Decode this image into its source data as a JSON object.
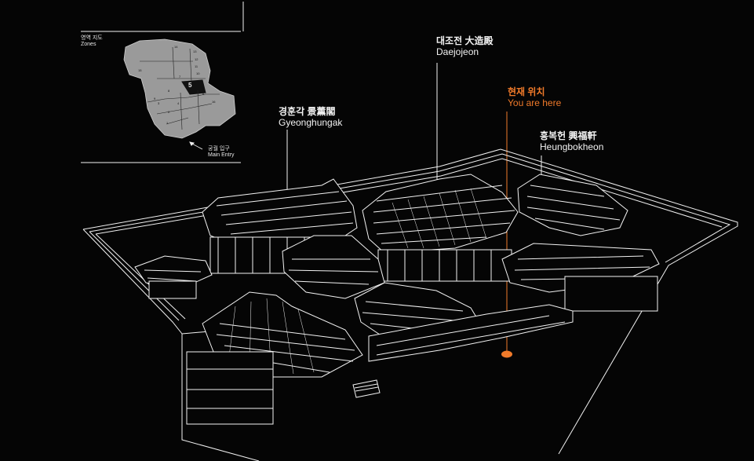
{
  "inset_map": {
    "title_ko": "영역 지도",
    "title_en": "Zones",
    "zone_numbers": [
      "1",
      "2",
      "3",
      "4",
      "5",
      "6",
      "7",
      "8",
      "9",
      "10",
      "11",
      "12",
      "13",
      "14",
      "15",
      "16"
    ],
    "current_zone": "5",
    "entry_ko": "궁궐 입구",
    "entry_en": "Main Entry"
  },
  "labels": {
    "daejojeon": {
      "ko": "대조전 大造殿",
      "en": "Daejojeon"
    },
    "gyeonghungak": {
      "ko": "경훈각 景薰閣",
      "en": "Gyeonghungak"
    },
    "heungbokheon": {
      "ko": "흥복헌 興福軒",
      "en": "Heungbokheon"
    },
    "you_are_here": {
      "ko": "현재 위치",
      "en": "You are here"
    }
  },
  "colors": {
    "background": "#050505",
    "lines": "#f2f2f2",
    "accent": "#f07a2a",
    "zone_fill": "#9a9a9a"
  },
  "marker": {
    "icon": "you-are-here-dot"
  }
}
